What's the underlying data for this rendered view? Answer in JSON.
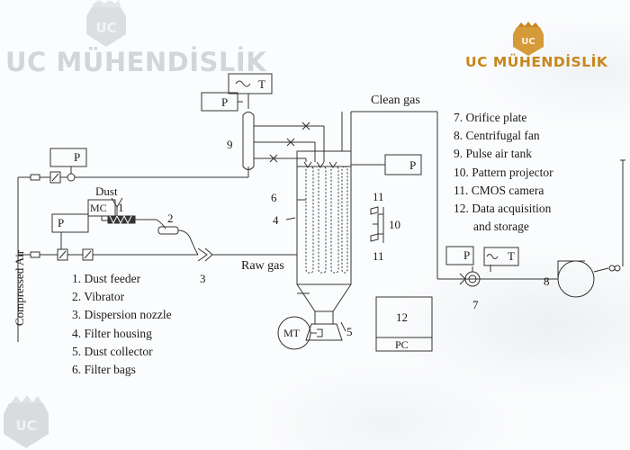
{
  "watermark": {
    "brand": "UC MÜHENDİSLİK",
    "badge": "UC",
    "gold_color": "#c8861c",
    "gray_color": "#d3d5d7"
  },
  "legend_left": [
    "1. Dust feeder",
    "2. Vibrator",
    "3. Dispersion nozzle",
    "4. Filter housing",
    "5. Dust collector",
    "6. Filter bags"
  ],
  "legend_right": [
    "7. Orifice plate",
    "8. Centrifugal fan",
    "9. Pulse air tank",
    "10. Pattern projector",
    "11. CMOS camera",
    "12. Data acquisition",
    "and storage"
  ],
  "labels": {
    "clean_gas": "Clean gas",
    "raw_gas": "Raw gas",
    "dust": "Dust",
    "compressed_air": "Compressed Air",
    "mc": "MC",
    "mt": "MT",
    "pc": "PC",
    "p": "P",
    "t": "T",
    "n1": "1",
    "n2": "2",
    "n3": "3",
    "n4": "4",
    "n5": "5",
    "n6": "6",
    "n7": "7",
    "n8": "8",
    "n9": "9",
    "n10": "10",
    "n11a": "11",
    "n11b": "11",
    "n12": "12"
  }
}
